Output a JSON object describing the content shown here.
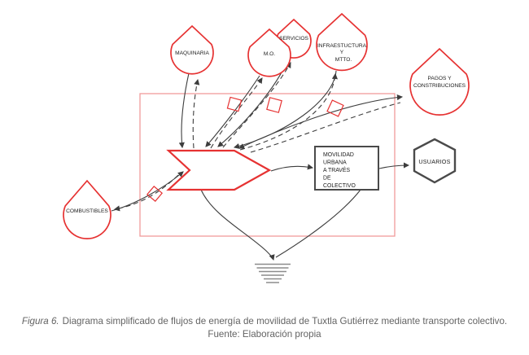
{
  "diagram": {
    "sources": {
      "maquinaria": "MAQUINARIA",
      "mo": "M.O.",
      "servicios": "SERVICIOS",
      "infraestructura_l1": "INFRAESTUCTURA",
      "infraestructura_l2": "Y",
      "infraestructura_l3": "MTTO.",
      "pagos_l1": "PAGOS Y",
      "pagos_l2": "CONSTRIBUCIONES",
      "combustibles": "COMBUSTIBLES"
    },
    "process_box": {
      "l1": "MOVILIDAD",
      "l2": "URBANA",
      "l3": "A TRAVÉS",
      "l4": "DE",
      "l5": "COLECTIVO"
    },
    "users": "USUARIOS",
    "colors": {
      "shape_red": "#e63232",
      "boundary_red": "#f09b9b",
      "flow_line": "#3d3d3d",
      "box_gray": "#4a4a4a",
      "ground_gray": "#8c8c8c",
      "caption_gray": "#636363"
    }
  },
  "caption": {
    "figura": "Figura 6.",
    "text": "Diagrama simplificado de flujos de energía de movilidad de Tuxtla Gutiérrez mediante transporte colectivo. Fuente: Elaboración propia"
  }
}
